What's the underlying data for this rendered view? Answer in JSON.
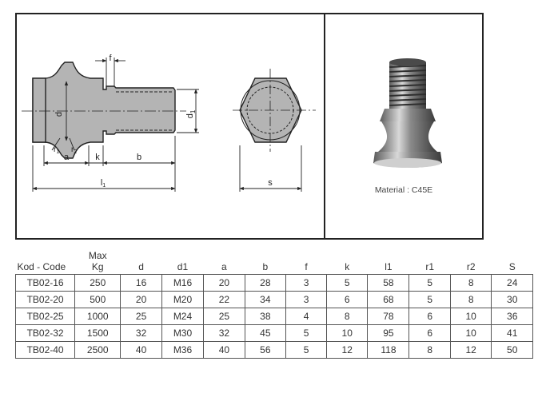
{
  "drawing": {
    "dim_labels": {
      "f": "f",
      "d": "d",
      "d1": "d",
      "d1_sub": "1",
      "r1": "r",
      "r1_sub": "1",
      "r2": "r",
      "r2_sub": "2",
      "a": "a",
      "k": "k",
      "b": "b",
      "l1": "l",
      "l1_sub": "1",
      "s": "s"
    }
  },
  "photo": {
    "caption": "Material : C45E"
  },
  "table": {
    "headers": {
      "code": "Kod - Code",
      "max_kg_line1": "Max",
      "max_kg_line2": "Kg",
      "d": "d",
      "d1": "d1",
      "a": "a",
      "b": "b",
      "f": "f",
      "k": "k",
      "l1": "l1",
      "r1": "r1",
      "r2": "r2",
      "s": "S"
    },
    "rows": [
      [
        "TB02-16",
        "250",
        "16",
        "M16",
        "20",
        "28",
        "3",
        "5",
        "58",
        "5",
        "8",
        "24"
      ],
      [
        "TB02-20",
        "500",
        "20",
        "M20",
        "22",
        "34",
        "3",
        "6",
        "68",
        "5",
        "8",
        "30"
      ],
      [
        "TB02-25",
        "1000",
        "25",
        "M24",
        "25",
        "38",
        "4",
        "8",
        "78",
        "6",
        "10",
        "36"
      ],
      [
        "TB02-32",
        "1500",
        "32",
        "M30",
        "32",
        "45",
        "5",
        "10",
        "95",
        "6",
        "10",
        "41"
      ],
      [
        "TB02-40",
        "2500",
        "40",
        "M36",
        "40",
        "56",
        "5",
        "12",
        "118",
        "8",
        "12",
        "50"
      ]
    ]
  }
}
